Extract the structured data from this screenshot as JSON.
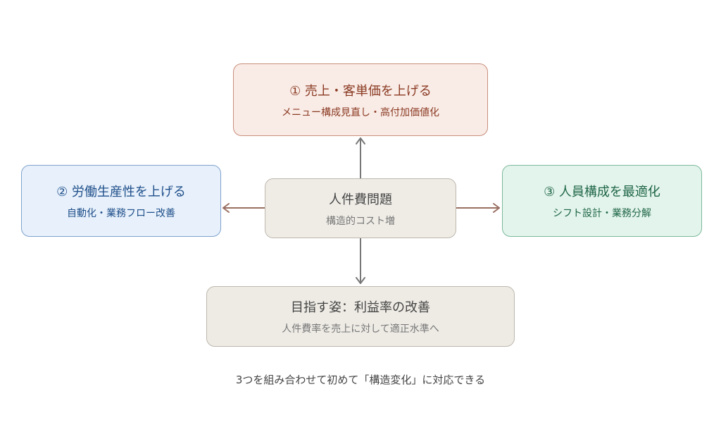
{
  "nodes": {
    "top": {
      "title": "① 売上・客単価を上げる",
      "sub": "メニュー構成見直し・高付加価値化"
    },
    "left": {
      "title": "② 労働生産性を上げる",
      "sub": "自動化・業務フロー改善"
    },
    "right": {
      "title": "③ 人員構成を最適化",
      "sub": "シフト設計・業務分解"
    },
    "center": {
      "title": "人件費問題",
      "sub": "構造的コスト増"
    },
    "bottom": {
      "title": "目指す姿：利益率の改善",
      "sub": "人件費率を売上に対して適正水準へ"
    }
  },
  "caption": "3つを組み合わせて初めて「構造変化」に対応できる",
  "colors": {
    "arrow": "#7a7a7a",
    "arrow_h": "#9a6f62"
  }
}
